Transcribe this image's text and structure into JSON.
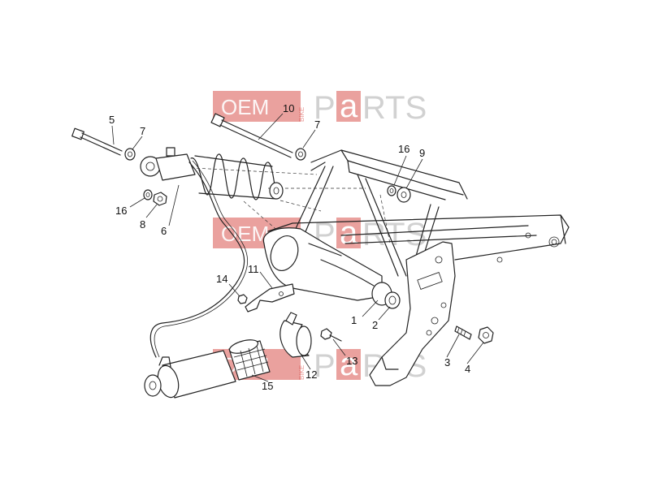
{
  "callouts": [
    {
      "id": "1",
      "label": "1"
    },
    {
      "id": "2",
      "label": "2"
    },
    {
      "id": "3",
      "label": "3"
    },
    {
      "id": "4",
      "label": "4"
    },
    {
      "id": "5",
      "label": "5"
    },
    {
      "id": "6",
      "label": "6"
    },
    {
      "id": "7a",
      "label": "7"
    },
    {
      "id": "7b",
      "label": "7"
    },
    {
      "id": "8",
      "label": "8"
    },
    {
      "id": "9",
      "label": "9"
    },
    {
      "id": "10",
      "label": "10"
    },
    {
      "id": "11",
      "label": "11"
    },
    {
      "id": "12",
      "label": "12"
    },
    {
      "id": "13",
      "label": "13"
    },
    {
      "id": "14",
      "label": "14"
    },
    {
      "id": "15",
      "label": "15"
    },
    {
      "id": "16a",
      "label": "16"
    },
    {
      "id": "16b",
      "label": "16"
    }
  ],
  "watermark": {
    "oem": "OEM",
    "bike": "BIKE",
    "p": "P",
    "a": "a",
    "rts": "RTS",
    "color": "#d9534f"
  }
}
